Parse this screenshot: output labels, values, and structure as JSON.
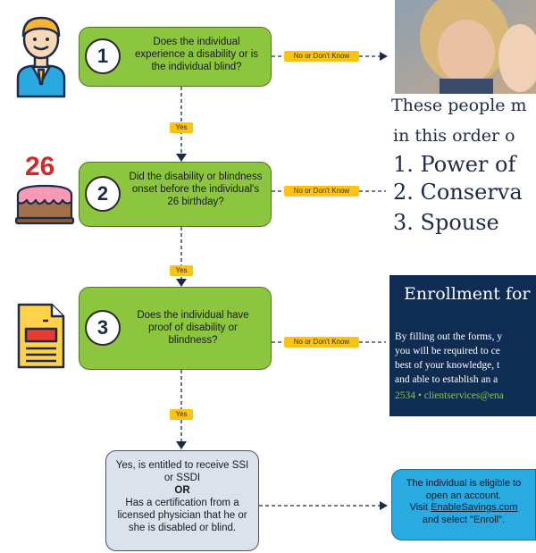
{
  "steps": [
    {
      "number": "1",
      "question": "Does the individual experience a disability or is the individual blind?"
    },
    {
      "number": "2",
      "question": "Did the disability or blindness onset before the individual's 26 birthday?"
    },
    {
      "number": "3",
      "question": "Does the individual have proof of disability or blindness?"
    }
  ],
  "labels": {
    "yes": "Yes",
    "no_or_dont_know": "No or Don't Know"
  },
  "cake_number": "26",
  "entitled_box": {
    "line1": "Yes, is entitled to receive SSI or SSDI",
    "or": "OR",
    "line2": "Has a certification from a licensed physician that he or she is disabled or blind."
  },
  "eligible_box": {
    "line1": "The individual is eligible to open an account.",
    "visit": "Visit ",
    "link": "EnableSavings.com",
    "line2": "and select \"Enroll\"."
  },
  "photo_panel": {
    "intro1": "These people m",
    "intro2": "in this order o",
    "items": [
      "1. Power of",
      "2. Conserva",
      "3. Spouse"
    ]
  },
  "enrollment_panel": {
    "title": "Enrollment for",
    "lines": [
      "By filling out the forms, y",
      "you will be required to ce",
      "best of your knowledge, t",
      "and able to establish an a",
      "2534 • clientservices@ena"
    ]
  },
  "colors": {
    "step_green": "#8cc63f",
    "pill_yellow": "#ffc20e",
    "panel_navy": "#0f2d52",
    "eligible_blue": "#29abe2",
    "entitled_gray": "#dce2ec"
  }
}
